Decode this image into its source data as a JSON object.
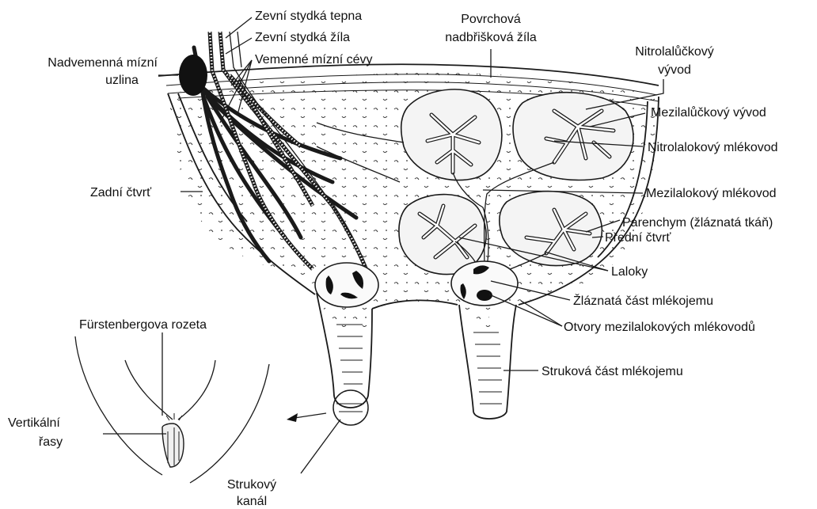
{
  "labels": {
    "zevni_stydka_tepna": "Zevní stydká tepna",
    "zevni_stydka_zila": "Zevní stydká žíla",
    "vemenne_mizni_cevy": "Vemenné mízní cévy",
    "nadvemenna_1": "Nadvemenná mízní",
    "nadvemenna_2": "uzlina",
    "povrchova_1": "Povrchová",
    "povrchova_2": "nadbřišková žíla",
    "nitrolaluckovy_1": "Nitrolalůčkový",
    "nitrolaluckovy_2": "vývod",
    "mezilaluckovy_vyvod": "Mezilalůčkový vývod",
    "nitrolalokovy_mlekovod": "Nitrolalokový mlékovod",
    "mezilalokovy_mlekovod": "Mezilalokový mlékovod",
    "parenchym": "Parenchym (žláznatá tkáň)",
    "zadni_ctvrt": "Zadní čtvrť",
    "predni_ctvrt": "Přední čtvrť",
    "laloky": "Laloky",
    "zlaznata_cast": "Žláznatá část mlékojemu",
    "otvory": "Otvory mezilalokových mlékovodů",
    "strukova_cast": "Struková část mlékojemu",
    "furstenbergova_rozeta": "Fürstenbergova rozeta",
    "vertikalni_1": "Vertikální",
    "vertikalni_2": "řasy",
    "strukovy_1": "Strukový",
    "strukovy_2": "kanál"
  }
}
